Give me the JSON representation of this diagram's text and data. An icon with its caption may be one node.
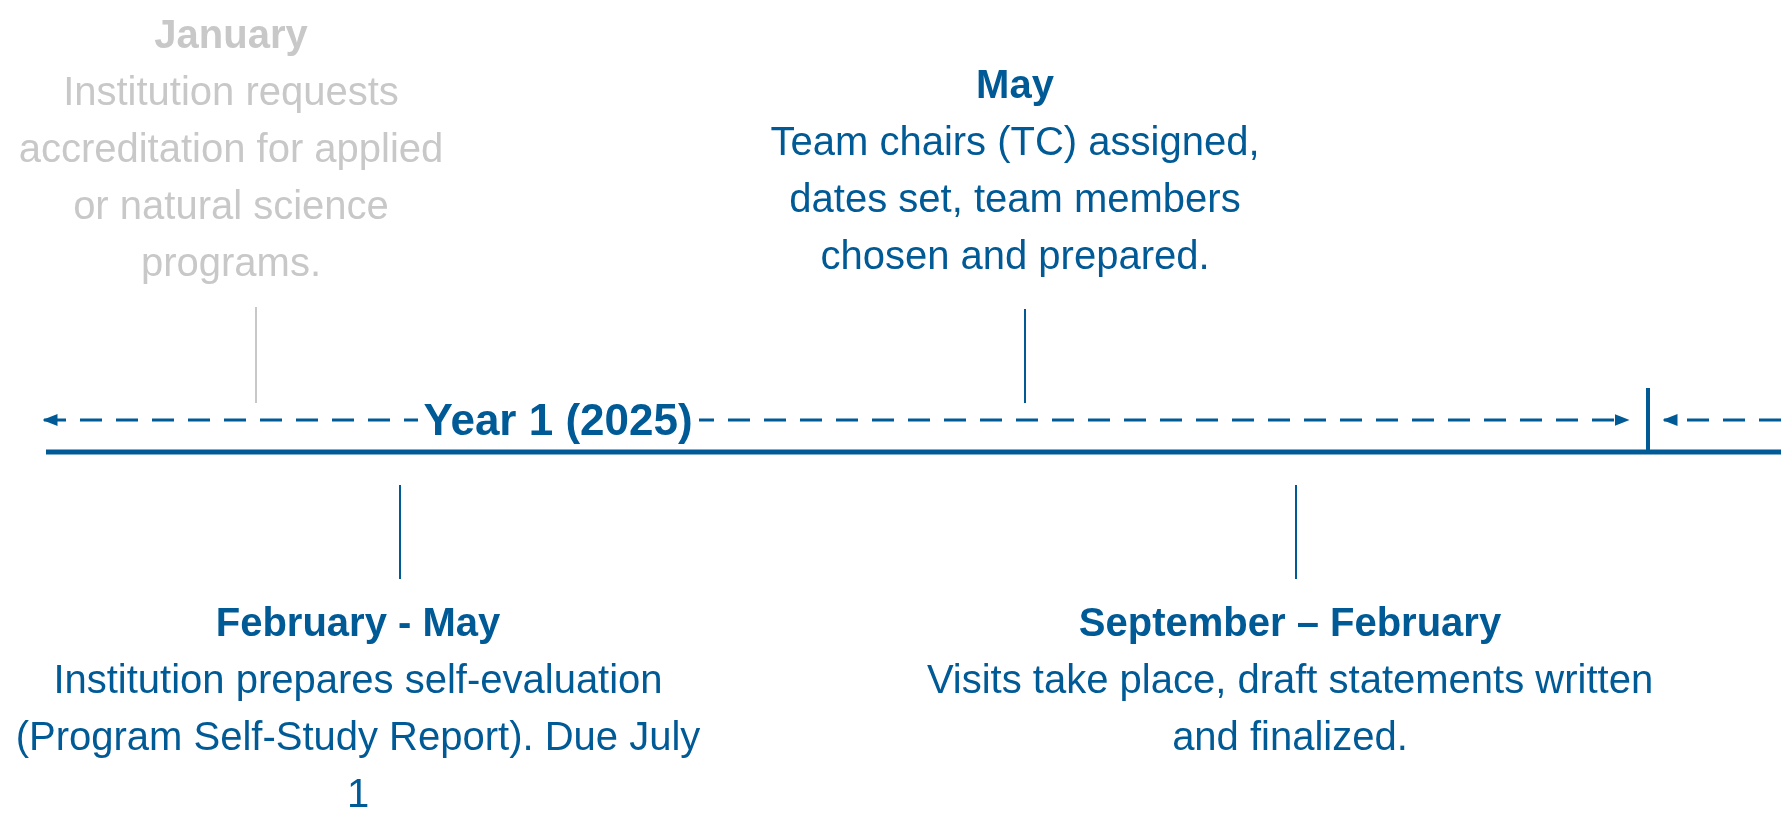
{
  "diagram": {
    "nodes": [
      {
        "text": [
          "January",
          "Institution requests accreditation for applied or natural science programs."
        ]
      },
      {
        "text": [
          "May",
          "Team chairs (TC) assigned, dates set, team members chosen and prepared."
        ]
      },
      {
        "text": [
          "February - May",
          "Institution prepares self-evaluation (Program Self-Study Report). Due July 1"
        ]
      },
      {
        "text": [
          "September – February",
          "Visits take place, draft statements written and finalized."
        ]
      }
    ],
    "labels": [
      "Year 1 (2025)"
    ]
  }
}
